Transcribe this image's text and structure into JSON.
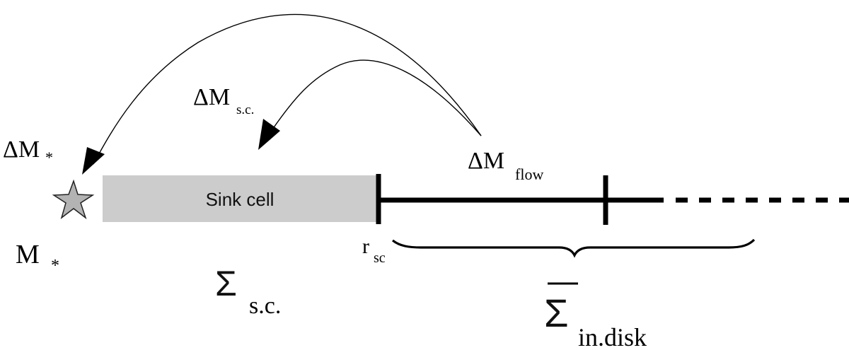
{
  "diagram": {
    "description": "Sink cell mass flow schematic",
    "colors": {
      "sink_cell_fill": "#cccccc",
      "star_fill": "#b3b3b3",
      "line": "#000000"
    },
    "sink_cell": {
      "label": "Sink cell"
    },
    "star": {
      "label_main": "M",
      "label_sub": "*"
    },
    "arrows": [
      {
        "id": "to-star",
        "label_main": "ΔM",
        "label_sub": "*"
      },
      {
        "id": "to-sink-cell",
        "label_main": "ΔM",
        "label_sub": "s.c."
      }
    ],
    "flow": {
      "label_main": "ΔM",
      "label_sub": "flow"
    },
    "radius_marker": {
      "label_main": "r",
      "label_sub": "sc"
    },
    "sigma_sink": {
      "label_main": "Σ",
      "label_sub": "s.c."
    },
    "sigma_disk": {
      "label_main": "Σ",
      "label_sub": "in.disk",
      "overbar": true
    }
  }
}
